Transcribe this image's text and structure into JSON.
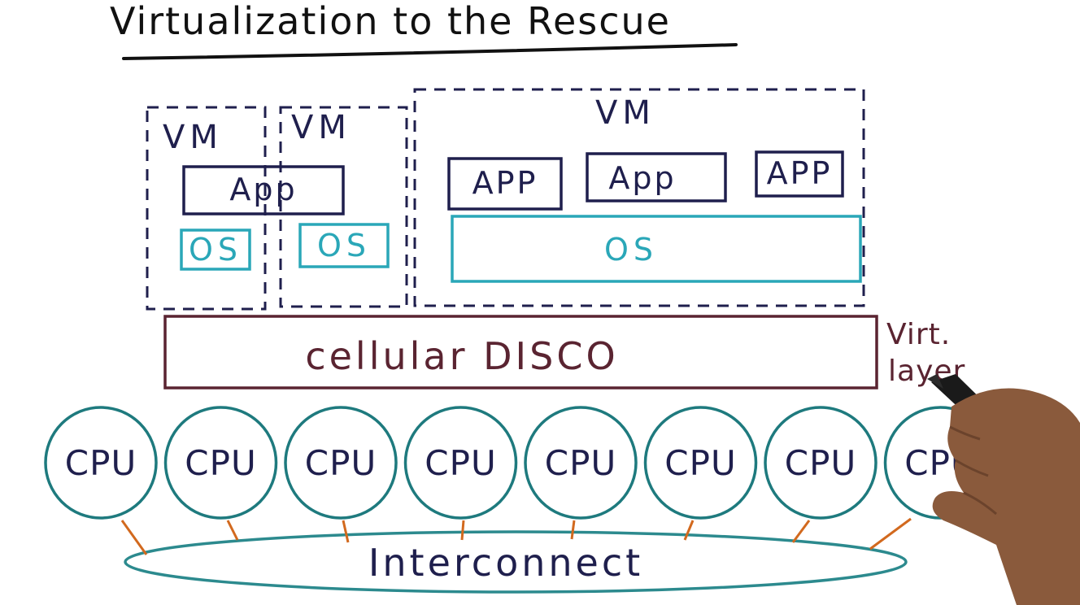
{
  "title": "Virtualization to the Rescue",
  "colors": {
    "ink": "#1f1f4d",
    "title_ink": "#111111",
    "os_teal": "#2aa7b8",
    "disco_maroon": "#5a2431",
    "cpu_teal": "#1e7a7e",
    "link_orange": "#d2691e",
    "interconnect_teal": "#2c8a8e"
  },
  "vms": [
    {
      "label": "VM"
    },
    {
      "label": "VM"
    },
    {
      "label": "VM"
    }
  ],
  "apps": {
    "shared": "App",
    "large_vm": [
      "APP",
      "App",
      "APP"
    ]
  },
  "os_labels": [
    "OS",
    "OS",
    "OS"
  ],
  "virtualization_layer": {
    "label": "cellular DISCO",
    "side_label_line1": "Virt.",
    "side_label_line2": "layer"
  },
  "cpus": [
    "CPU",
    "CPU",
    "CPU",
    "CPU",
    "CPU",
    "CPU",
    "CPU",
    "CPU"
  ],
  "interconnect": {
    "label": "Interconnect"
  }
}
